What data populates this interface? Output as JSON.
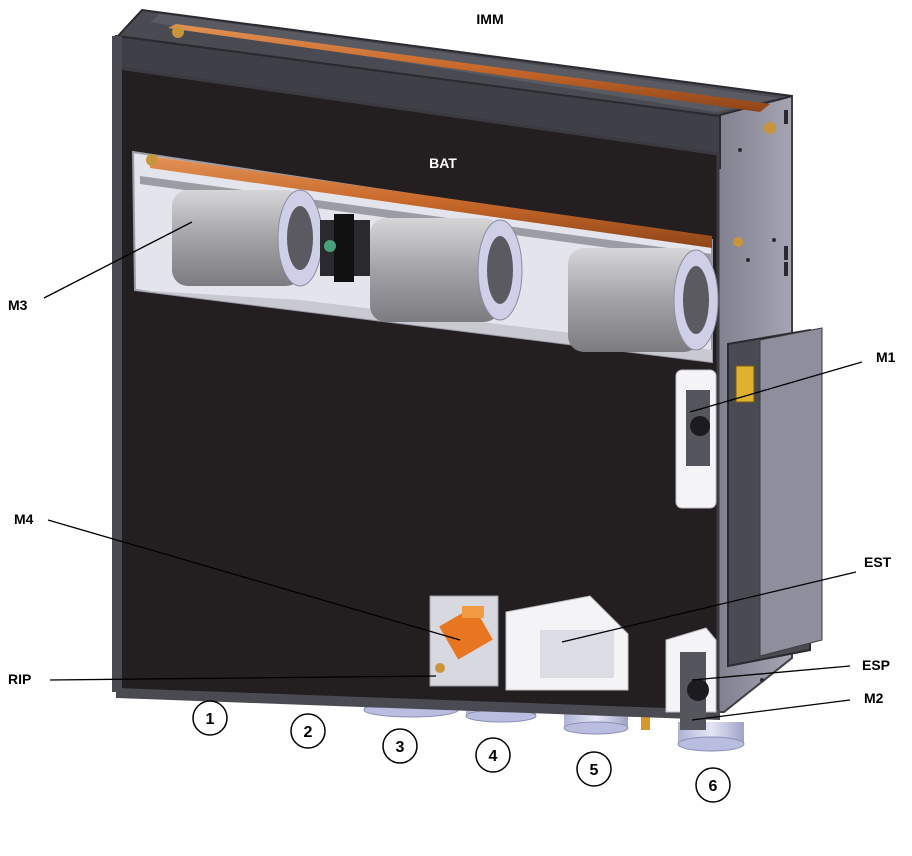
{
  "labels": {
    "imm": "IMM",
    "bat": "BAT",
    "m3": "M3",
    "m1": "M1",
    "m4": "M4",
    "est": "EST",
    "rip": "RIP",
    "esp": "ESP",
    "m2": "M2"
  },
  "outlets": [
    "1",
    "2",
    "3",
    "4",
    "5",
    "6"
  ],
  "colors": {
    "panel": "#231f20",
    "frame": "#4a4a52",
    "side_panel": "#9a9aa8",
    "copper_pipe": "#c8682a",
    "damper_actuator": "#e8751f",
    "fan": "#a9a9ad",
    "collar": "#c8cce6"
  }
}
